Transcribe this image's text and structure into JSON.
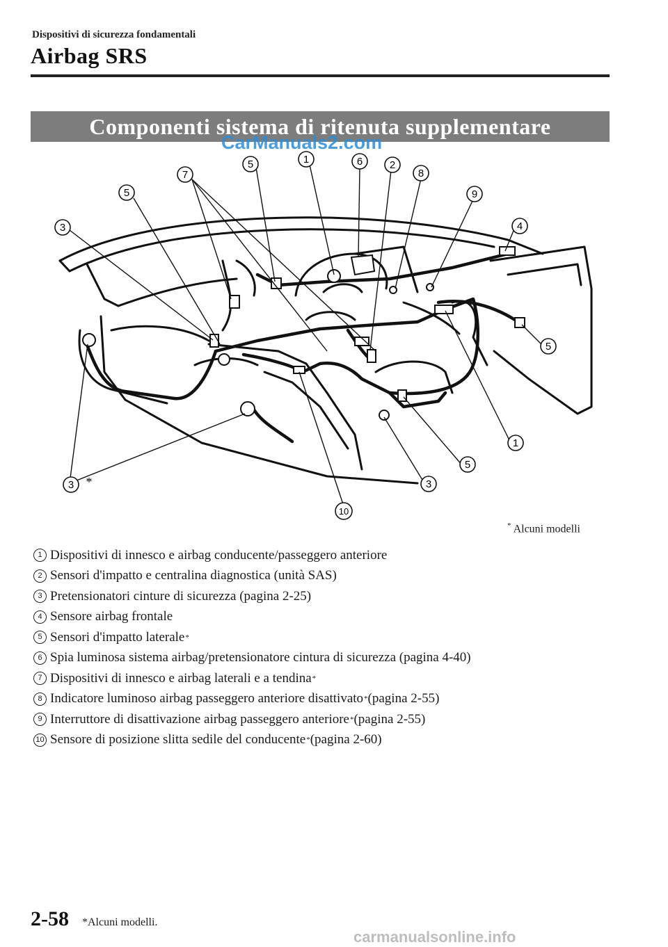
{
  "header": {
    "section": "Dispositivi di sicurezza fondamentali",
    "title": "Airbag SRS"
  },
  "banner": "Componenti sistema di ritenuta supplementare",
  "watermark_top": "CarManuals2.com",
  "diagram": {
    "callout_numbers": [
      "1",
      "2",
      "3",
      "4",
      "5",
      "6",
      "7",
      "8",
      "9",
      "10"
    ],
    "asterisk": "*",
    "footnote_mark": "*",
    "footnote_text": "Alcuni modelli"
  },
  "legend": [
    {
      "num": "1",
      "text": "Dispositivi di innesco e airbag conducente/passeggero anteriore",
      "ast": "",
      "suffix": ""
    },
    {
      "num": "2",
      "text": "Sensori d'impatto e centralina diagnostica (unità SAS)",
      "ast": "",
      "suffix": ""
    },
    {
      "num": "3",
      "text": "Pretensionatori cinture di sicurezza (pagina 2-25)",
      "ast": "",
      "suffix": ""
    },
    {
      "num": "4",
      "text": "Sensore airbag frontale",
      "ast": "",
      "suffix": ""
    },
    {
      "num": "5",
      "text": "Sensori d'impatto laterale",
      "ast": "*",
      "suffix": ""
    },
    {
      "num": "6",
      "text": "Spia luminosa sistema airbag/pretensionatore cintura di sicurezza (pagina 4-40)",
      "ast": "",
      "suffix": ""
    },
    {
      "num": "7",
      "text": "Dispositivi di innesco e airbag laterali e a tendina",
      "ast": "*",
      "suffix": ""
    },
    {
      "num": "8",
      "text": "Indicatore luminoso airbag passeggero anteriore disattivato",
      "ast": "*",
      "suffix": " (pagina 2-55)"
    },
    {
      "num": "9",
      "text": "Interruttore di disattivazione airbag passeggero anteriore",
      "ast": "*",
      "suffix": " (pagina 2-55)"
    },
    {
      "num": "10",
      "text": "Sensore di posizione slitta sedile del conducente",
      "ast": "*",
      "suffix": " (pagina 2-60)"
    }
  ],
  "footer": {
    "page_number": "2-58",
    "note_mark": "*",
    "note_text": "Alcuni modelli.",
    "watermark": "carmanualsonline.info"
  }
}
